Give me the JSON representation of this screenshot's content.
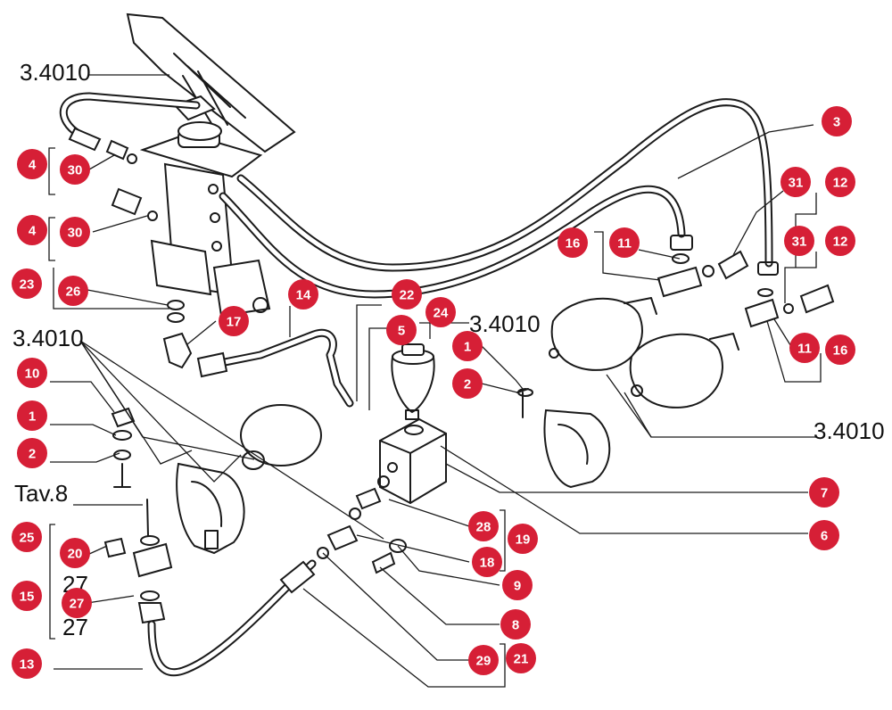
{
  "palette": {
    "callout": "#d61f36",
    "callout_text": "#ffffff",
    "line": "#1a1a1a"
  },
  "references": {
    "ref_top_left": "3.4010",
    "ref_left": "3.4010",
    "ref_center": "3.4010",
    "ref_right": "3.4010",
    "ref_tav": "Tav.8"
  },
  "printed_labels": {
    "p27a": "27",
    "p27b": "27"
  },
  "callouts": {
    "c3": "3",
    "c4a": "4",
    "c30a": "30",
    "c4b": "4",
    "c30b": "30",
    "c23": "23",
    "c26": "26",
    "c17": "17",
    "c14": "14",
    "c22": "22",
    "c24": "24",
    "c5": "5",
    "c1a": "1",
    "c2a": "2",
    "c16a": "16",
    "c11a": "11",
    "c31a": "31",
    "c12a": "12",
    "c31b": "31",
    "c12b": "12",
    "c11b": "11",
    "c16b": "16",
    "c10": "10",
    "c1b": "1",
    "c2b": "2",
    "c25": "25",
    "c20": "20",
    "c15": "15",
    "c27": "27",
    "c13": "13",
    "c7": "7",
    "c6": "6",
    "c28": "28",
    "c19": "19",
    "c18": "18",
    "c9": "9",
    "c8": "8",
    "c29": "29",
    "c21": "21"
  }
}
